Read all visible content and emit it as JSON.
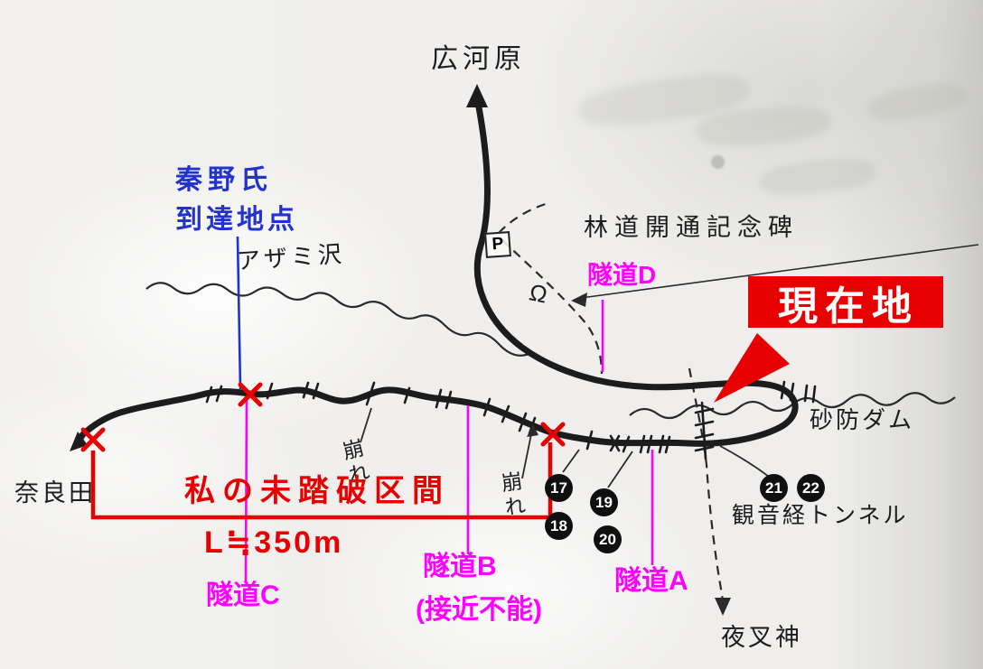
{
  "colors": {
    "paper": "#efeeec",
    "ink": "#1c1c1c",
    "annotation_red": "#e60000",
    "annotation_magenta": "#ff00ff",
    "annotation_blue": "#2233cc",
    "current_location_bg": "#e60000",
    "current_location_text": "#ffffff"
  },
  "labels": {
    "hirogawara": "広河原",
    "monument": "林道開通記念碑",
    "tunnel_d": "隧道D",
    "current_location": "現在地",
    "hatano_line1": "秦野氏",
    "hatano_line2": "到達地点",
    "azami_sawa": "アザミ沢",
    "sabo_dam": "砂防ダム",
    "narada": "奈良田",
    "untraversed_section": "私の未踏破区間",
    "untraversed_length": "L≒350m",
    "tunnel_c": "隧道C",
    "tunnel_b": "隧道B",
    "tunnel_b_note": "(接近不能)",
    "tunnel_a": "隧道A",
    "kannonkyo_tunnel": "観音経トンネル",
    "yashajin": "夜叉神",
    "collapse_left": "崩れ",
    "collapse_right": "崩れ",
    "parking": "P",
    "monument_symbol": "Ω"
  },
  "markers": [
    "17",
    "18",
    "19",
    "20",
    "21",
    "22"
  ]
}
